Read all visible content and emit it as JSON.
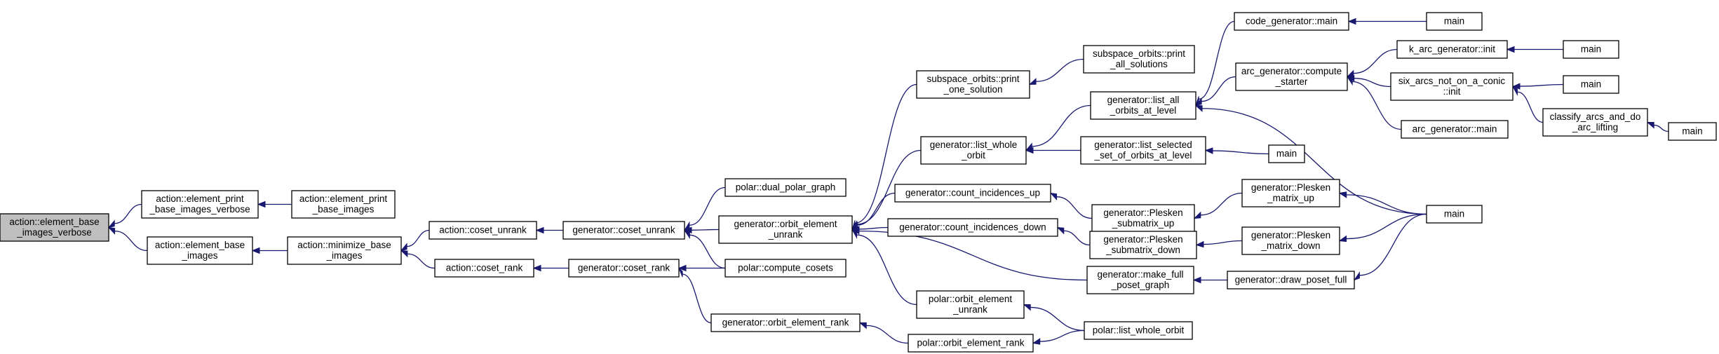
{
  "colors": {
    "edge": "#191970",
    "root_fill": "#bfbfbf",
    "node_fill": "#ffffff",
    "border": "#000000"
  },
  "nodes": [
    {
      "id": "n0",
      "lines": [
        "action::element_base",
        "_images_verbose"
      ],
      "root": true
    },
    {
      "id": "n1",
      "lines": [
        "action::element_print",
        "_base_images_verbose"
      ]
    },
    {
      "id": "n2",
      "lines": [
        "action::element_print",
        "_base_images"
      ]
    },
    {
      "id": "n3",
      "lines": [
        "action::element_base",
        "_images"
      ]
    },
    {
      "id": "n4",
      "lines": [
        "action::minimize_base",
        "_images"
      ]
    },
    {
      "id": "n5",
      "lines": [
        "action::coset_unrank"
      ]
    },
    {
      "id": "n6",
      "lines": [
        "action::coset_rank"
      ]
    },
    {
      "id": "n7",
      "lines": [
        "generator::coset_unrank"
      ]
    },
    {
      "id": "n8",
      "lines": [
        "generator::coset_rank"
      ]
    },
    {
      "id": "n9",
      "lines": [
        "polar::dual_polar_graph"
      ]
    },
    {
      "id": "n10",
      "lines": [
        "generator::orbit_element",
        "_unrank"
      ]
    },
    {
      "id": "n11",
      "lines": [
        "polar::compute_cosets"
      ]
    },
    {
      "id": "n12",
      "lines": [
        "generator::orbit_element_rank"
      ]
    },
    {
      "id": "n13",
      "lines": [
        "subspace_orbits::print",
        "_one_solution"
      ]
    },
    {
      "id": "n14",
      "lines": [
        "subspace_orbits::print",
        "_all_solutions"
      ]
    },
    {
      "id": "n15",
      "lines": [
        "generator::list_whole",
        "_orbit"
      ]
    },
    {
      "id": "n16",
      "lines": [
        "generator::count_incidences_up"
      ]
    },
    {
      "id": "n17",
      "lines": [
        "generator::count_incidences_down"
      ]
    },
    {
      "id": "n18",
      "lines": [
        "generator::make_full",
        "_poset_graph"
      ]
    },
    {
      "id": "n19",
      "lines": [
        "polar::orbit_element",
        "_unrank"
      ]
    },
    {
      "id": "n20",
      "lines": [
        "polar::orbit_element_rank"
      ]
    },
    {
      "id": "n21",
      "lines": [
        "polar::list_whole_orbit"
      ]
    },
    {
      "id": "n22",
      "lines": [
        "generator::list_all",
        "_orbits_at_level"
      ]
    },
    {
      "id": "n23",
      "lines": [
        "generator::list_selected",
        "_set_of_orbits_at_level"
      ]
    },
    {
      "id": "n24",
      "lines": [
        "main"
      ]
    },
    {
      "id": "n25",
      "lines": [
        "generator::Plesken",
        "_submatrix_up"
      ]
    },
    {
      "id": "n26",
      "lines": [
        "generator::Plesken",
        "_submatrix_down"
      ]
    },
    {
      "id": "n27",
      "lines": [
        "generator::Plesken",
        "_matrix_up"
      ]
    },
    {
      "id": "n28",
      "lines": [
        "generator::Plesken",
        "_matrix_down"
      ]
    },
    {
      "id": "n29",
      "lines": [
        "generator::draw_poset_full"
      ]
    },
    {
      "id": "n30",
      "lines": [
        "code_generator::main"
      ]
    },
    {
      "id": "n31",
      "lines": [
        "main"
      ]
    },
    {
      "id": "n32",
      "lines": [
        "arc_generator::compute",
        "_starter"
      ]
    },
    {
      "id": "n33",
      "lines": [
        "arc_generator::main"
      ]
    },
    {
      "id": "n34",
      "lines": [
        "main"
      ]
    },
    {
      "id": "n35",
      "lines": [
        "k_arc_generator::init"
      ]
    },
    {
      "id": "n36",
      "lines": [
        "main"
      ]
    },
    {
      "id": "n37",
      "lines": [
        "six_arcs_not_on_a_conic",
        "::init"
      ]
    },
    {
      "id": "n38",
      "lines": [
        "main"
      ]
    },
    {
      "id": "n39",
      "lines": [
        "classify_arcs_and_do",
        "_arc_lifting"
      ]
    },
    {
      "id": "n40",
      "lines": [
        "main"
      ]
    }
  ],
  "edges": [
    [
      "n1",
      "n0"
    ],
    [
      "n3",
      "n0"
    ],
    [
      "n2",
      "n1"
    ],
    [
      "n4",
      "n3"
    ],
    [
      "n5",
      "n4"
    ],
    [
      "n6",
      "n4"
    ],
    [
      "n7",
      "n5"
    ],
    [
      "n8",
      "n6"
    ],
    [
      "n9",
      "n7"
    ],
    [
      "n10",
      "n7"
    ],
    [
      "n11",
      "n7"
    ],
    [
      "n11",
      "n8"
    ],
    [
      "n12",
      "n8"
    ],
    [
      "n13",
      "n10"
    ],
    [
      "n15",
      "n10"
    ],
    [
      "n16",
      "n10"
    ],
    [
      "n17",
      "n10"
    ],
    [
      "n18",
      "n10"
    ],
    [
      "n19",
      "n10"
    ],
    [
      "n14",
      "n13"
    ],
    [
      "n22",
      "n15"
    ],
    [
      "n23",
      "n15"
    ],
    [
      "n25",
      "n16"
    ],
    [
      "n26",
      "n17"
    ],
    [
      "n29",
      "n18"
    ],
    [
      "n21",
      "n19"
    ],
    [
      "n20",
      "n12"
    ],
    [
      "n21",
      "n20"
    ],
    [
      "n30",
      "n22"
    ],
    [
      "n32",
      "n22"
    ],
    [
      "n34",
      "n22"
    ],
    [
      "n24",
      "n23"
    ],
    [
      "n27",
      "n25"
    ],
    [
      "n28",
      "n26"
    ],
    [
      "n34",
      "n29"
    ],
    [
      "n31",
      "n30"
    ],
    [
      "n35",
      "n32"
    ],
    [
      "n37",
      "n32"
    ],
    [
      "n33",
      "n32"
    ],
    [
      "n34",
      "n27"
    ],
    [
      "n34",
      "n28"
    ],
    [
      "n36",
      "n35"
    ],
    [
      "n38",
      "n37"
    ],
    [
      "n39",
      "n37"
    ],
    [
      "n40",
      "n39"
    ]
  ]
}
